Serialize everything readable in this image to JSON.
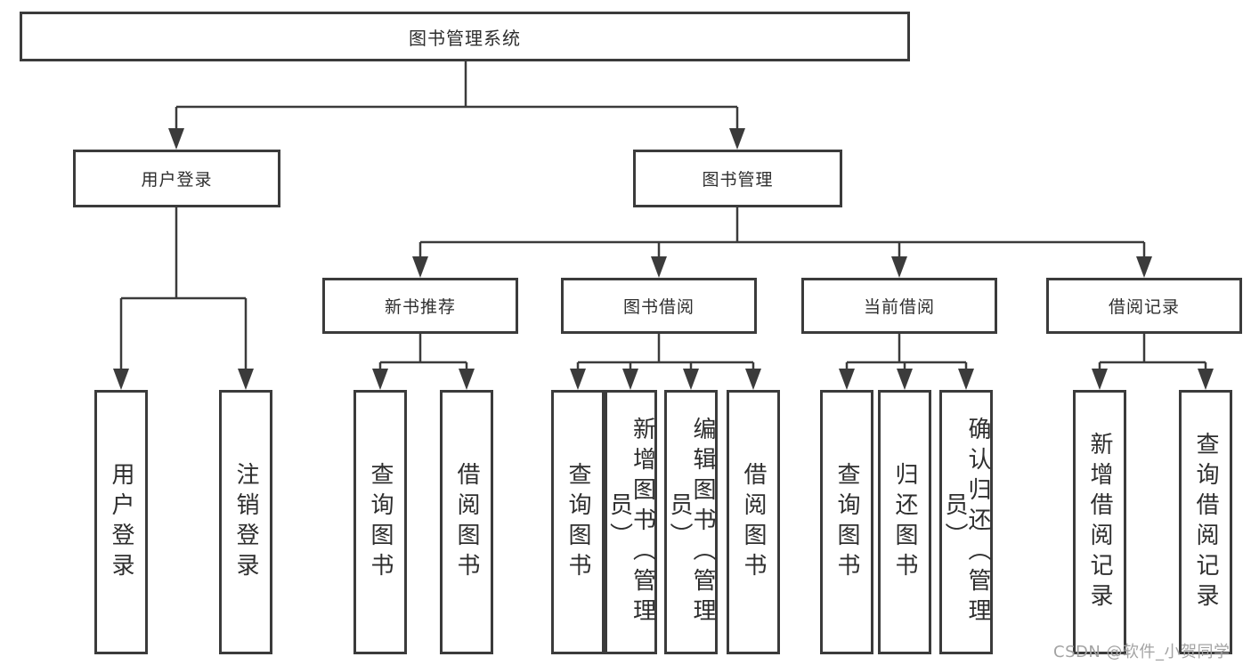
{
  "diagram": {
    "title": "图书管理系统",
    "root": {
      "label": "图书管理系统"
    },
    "level2": [
      {
        "label": "用户登录"
      },
      {
        "label": "图书管理"
      }
    ],
    "level3": [
      {
        "label": "新书推荐"
      },
      {
        "label": "图书借阅"
      },
      {
        "label": "当前借阅"
      },
      {
        "label": "借阅记录"
      }
    ],
    "leaves": {
      "user": [
        "用户登录",
        "注销登录"
      ],
      "recommend": [
        "查询图书",
        "借阅图书"
      ],
      "borrow": [
        "查询图书",
        "新增图书（管理员）",
        "编辑图书（管理员）",
        "借阅图书"
      ],
      "current": [
        "查询图书",
        "归还图书",
        "确认归还（管理员）"
      ],
      "records": [
        "新增借阅记录",
        "查询借阅记录"
      ]
    }
  },
  "watermark": "CSDN @软件_小贺同学",
  "colors": {
    "line": "#3b3b3b",
    "text": "#2e2e2e",
    "background": "#ffffff",
    "watermark": "#a3a3a3"
  }
}
